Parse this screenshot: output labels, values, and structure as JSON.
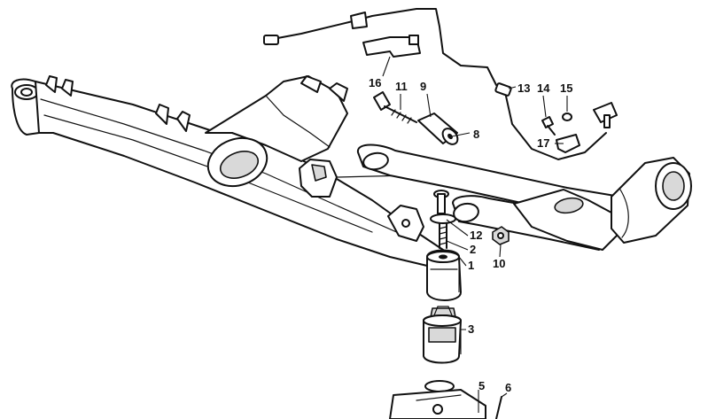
{
  "callouts": {
    "c1": "1",
    "c2": "2",
    "c3": "3",
    "c5": "5",
    "c6": "6",
    "c8": "8",
    "c9": "9",
    "c10": "10",
    "c11": "11",
    "c12": "12",
    "c13": "13",
    "c14": "14",
    "c15": "15",
    "c16": "16",
    "c17": "17"
  }
}
